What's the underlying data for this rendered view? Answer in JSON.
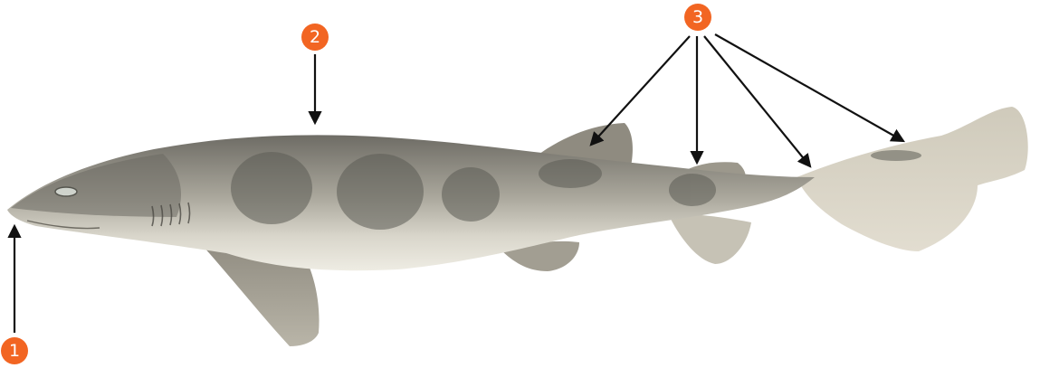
{
  "labels": {
    "snout": "1",
    "back": "2",
    "fins": "3"
  },
  "colors": {
    "marker": "#f26522",
    "arrow": "#111111",
    "shark_body": "#c2beb1",
    "shark_belly": "#e8e6dc",
    "shark_saddle": "#5c5c55",
    "shark_fin": "#9b978c"
  },
  "icons": {
    "figure": "shark-illustration",
    "pointer": "arrow"
  }
}
